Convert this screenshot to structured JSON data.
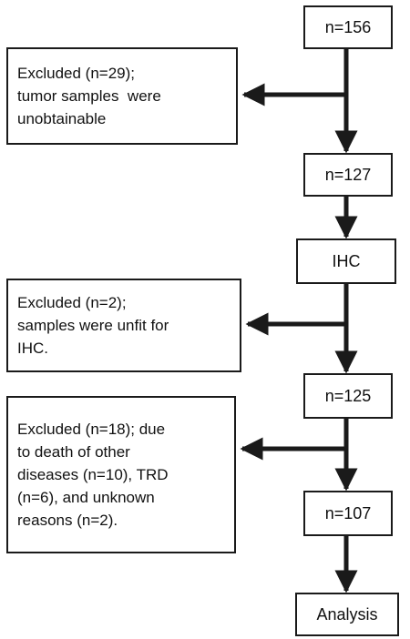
{
  "nodes": {
    "n156": "n=156",
    "n127": "n=127",
    "ihc": "IHC",
    "n125": "n=125",
    "n107": "n=107",
    "analysis": "Analysis"
  },
  "exclusions": {
    "first": [
      "Excluded (n=29);",
      "tumor samples  were",
      "unobtainable"
    ],
    "second": [
      "Excluded (n=2);",
      "samples were unfit for",
      "IHC."
    ],
    "third": [
      "Excluded (n=18); due",
      "to death of other",
      "diseases (n=10), TRD",
      "(n=6), and unknown",
      "reasons (n=2)."
    ]
  }
}
